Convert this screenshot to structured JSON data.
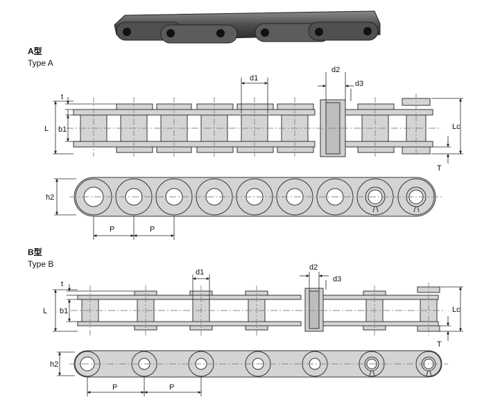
{
  "section_a": {
    "title_cn": "A型",
    "title_en": "Type A",
    "dims": {
      "t": "t",
      "L": "L",
      "b1": "b1",
      "d1": "d1",
      "d2": "d2",
      "d3": "d3",
      "Lc": "Lc",
      "T": "T",
      "h2": "h2",
      "P1": "P",
      "P2": "P"
    }
  },
  "section_b": {
    "title_cn": "B型",
    "title_en": "Type B",
    "dims": {
      "t": "t",
      "L": "L",
      "b1": "b1",
      "d1": "d1",
      "d2": "d2",
      "d3": "d3",
      "Lc": "Lc",
      "T": "T",
      "h2": "h2",
      "P1": "P",
      "P2": "P"
    }
  },
  "colors": {
    "plate": "#d4d4d4",
    "outline": "#333333",
    "photo_dark": "#3c3c3c"
  }
}
